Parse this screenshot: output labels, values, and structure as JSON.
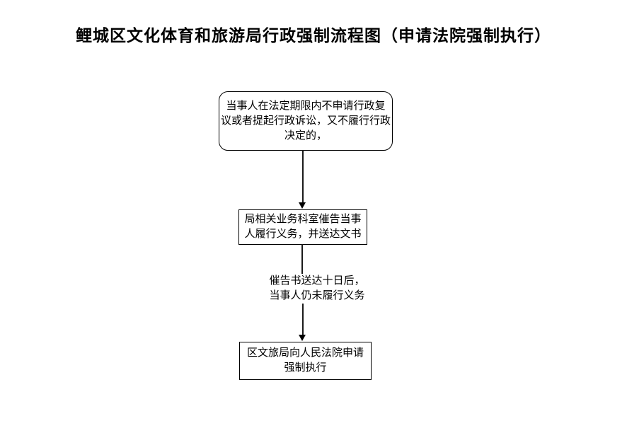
{
  "page": {
    "title": "鲤城区文化体育和旅游局行政强制流程图（申请法院强制执行）"
  },
  "flowchart": {
    "colors": {
      "stroke": "#000000",
      "text": "#000000",
      "background": "#ffffff"
    },
    "nodes": [
      {
        "id": "condition",
        "shape": "rounded-rectangle",
        "lines": [
          "当事人在法定期限内不申请行政复",
          "议或者提起行政诉讼，又不履行行政",
          "决定的，"
        ]
      },
      {
        "id": "urge",
        "shape": "rectangle",
        "lines": [
          "局相关业务科室催告当事",
          "人履行义务，并送达文书"
        ]
      },
      {
        "id": "apply",
        "shape": "rectangle",
        "lines": [
          "区文旅局向人民法院申请",
          "强制执行"
        ]
      }
    ],
    "edge_label": {
      "lines": [
        "催告书送达十日后，",
        "当事人仍未履行义务"
      ]
    },
    "connectors": [
      {
        "from": "condition",
        "to": "urge",
        "type": "arrow-down"
      },
      {
        "from": "urge",
        "to": "edge_label",
        "type": "line-down"
      },
      {
        "from": "edge_label",
        "to": "apply",
        "type": "arrow-down"
      }
    ]
  }
}
